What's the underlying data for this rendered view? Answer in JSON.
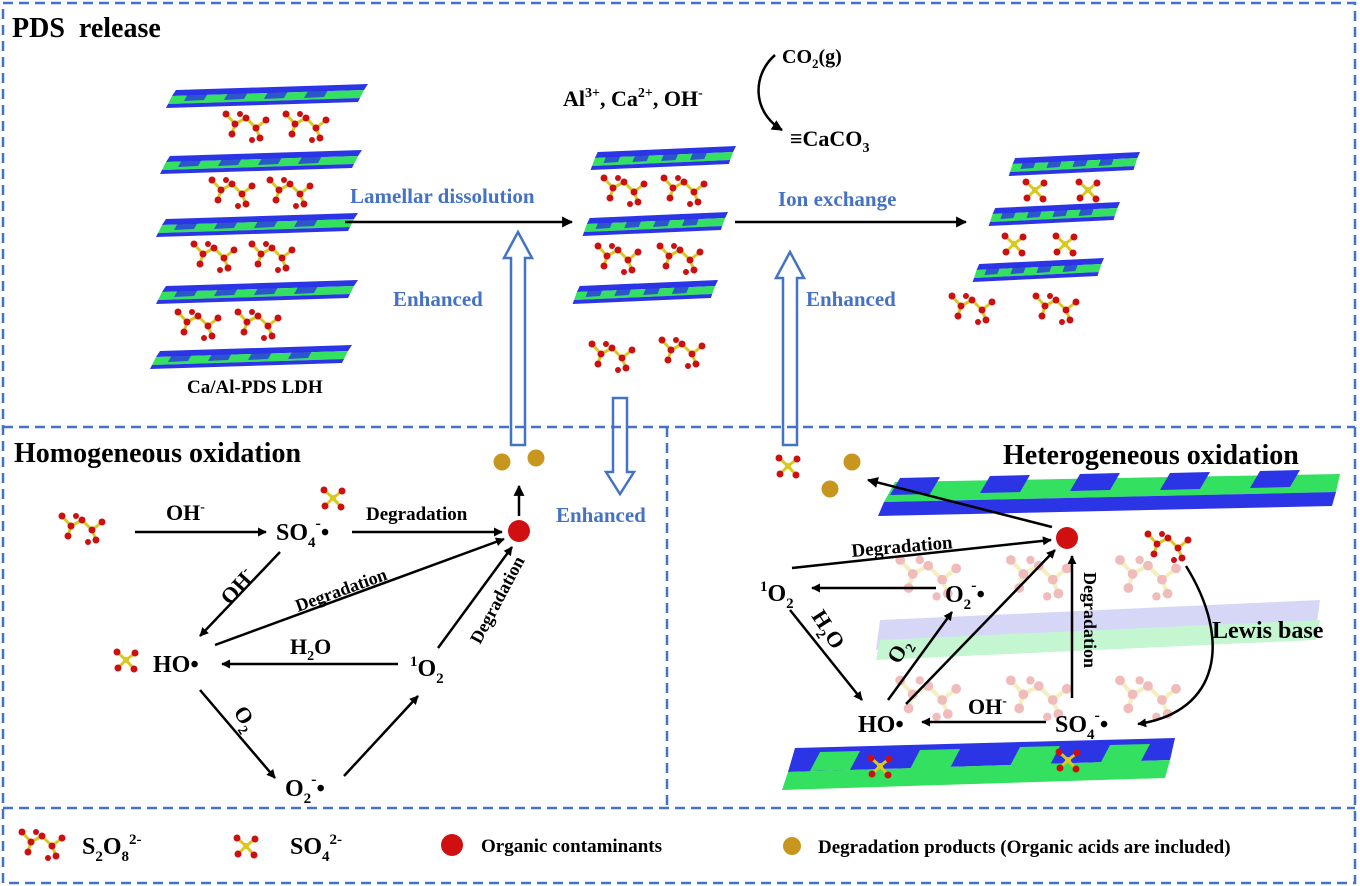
{
  "colors": {
    "frame": "#4472c4",
    "label_blue": "#4472c4",
    "sheet_green": "#33e060",
    "sheet_blue": "#2b35e6",
    "sulfur": "#d8c820",
    "oxygen": "#cc1010",
    "contaminant": "#d01010",
    "product": "#c8961e"
  },
  "top": {
    "title": "PDS  release",
    "ldh_label": "Ca/Al-PDS LDH",
    "ions": {
      "prefix": "Al",
      "al_sup": "3+",
      "ca": "Ca",
      "ca_sup": "2+",
      "oh": "OH",
      "oh_sup": "-"
    },
    "co2": {
      "a": "CO",
      "sub": "2",
      "b": "(g)"
    },
    "caco3": {
      "a": "≡CaCO",
      "sub": "3"
    },
    "lamellar": "Lamellar dissolution",
    "ion_exchange": "Ion exchange",
    "enhanced_left": "Enhanced",
    "enhanced_right": "Enhanced",
    "enhanced_center": "Enhanced"
  },
  "homo": {
    "title": "Homogeneous oxidation",
    "oh_label": {
      "a": "OH",
      "sup": "-"
    },
    "so4": {
      "a": "SO",
      "sub": "4",
      "sup": "-",
      "dot": "•"
    },
    "degradation_top": "Degradation",
    "degradation_diag": "Degradation",
    "degradation_right": "Degradation",
    "oh_diag": {
      "a": "OH",
      "sup": "-"
    },
    "ho": "HO•",
    "h2o": {
      "a": "H",
      "sub": "2",
      "b": "O"
    },
    "singlet": {
      "sup": "1",
      "a": "O",
      "sub": "2"
    },
    "o2_label": {
      "a": "O",
      "sub": "2"
    },
    "superoxide": {
      "a": "O",
      "sub": "2",
      "sup": "-",
      "dot": "•"
    }
  },
  "hetero": {
    "title": "Heterogeneous oxidation",
    "degradation_top": "Degradation",
    "degradation_vert": "Degradation",
    "singlet": {
      "sup": "1",
      "a": "O",
      "sub": "2"
    },
    "superoxide": {
      "a": "O",
      "sub": "2",
      "sup": "-",
      "dot": "•"
    },
    "h2o": {
      "a": "H",
      "sub": "2",
      "b": "O"
    },
    "o2_label": {
      "a": "O",
      "sub": "2"
    },
    "lewis": "Lewis base",
    "ho": "HO•",
    "oh_label": {
      "a": "OH",
      "sup": "-"
    },
    "so4": {
      "a": "SO",
      "sub": "4",
      "sup": "-",
      "dot": "•"
    }
  },
  "legend": {
    "s2o8": {
      "a": "S",
      "sub1": "2",
      "b": "O",
      "sub2": "8",
      "sup": "2-"
    },
    "so4": {
      "a": "SO",
      "sub": "4",
      "sup": "2-"
    },
    "contaminants": "Organic contaminants",
    "products": "Degradation products (Organic acids are included)"
  }
}
